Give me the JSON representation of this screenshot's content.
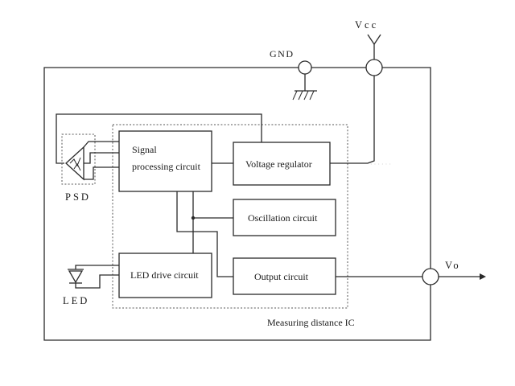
{
  "diagram": {
    "blocks": {
      "signal_processing": [
        "Signal",
        "processing  circuit"
      ],
      "voltage_regulator": "Voltage regulator",
      "oscillation": "Oscillation circuit",
      "led_drive": "LED drive circuit",
      "output": "Output circuit"
    },
    "terminals": {
      "gnd": "GND",
      "vcc": "Vcc",
      "vo": "Vo"
    },
    "components": {
      "psd": "PSD",
      "led": "LED"
    },
    "ic_label": "Measuring  distance  IC",
    "faint_text": "· · · · · ·"
  }
}
